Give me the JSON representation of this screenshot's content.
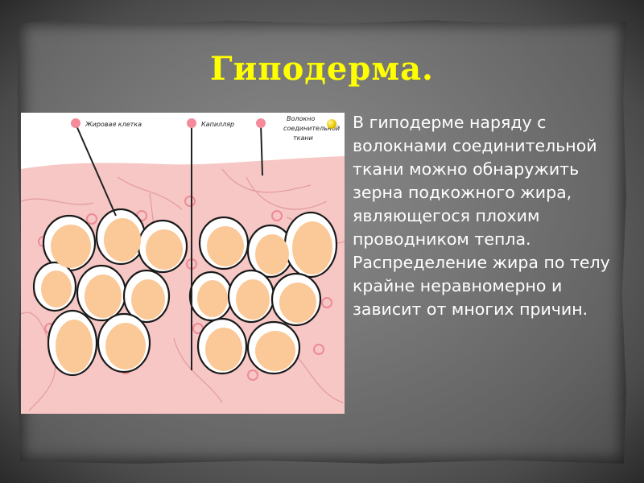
{
  "slide": {
    "title": "Гиподерма.",
    "body": "В гиподерме наряду с волокнами соединительной ткани можно обнаружить зерна подкожного жира, являющегося плохим проводником тепла. Распределение жира по телу крайне неравномерно и зависит от многих причин."
  },
  "figure": {
    "label_fat_cell": "Жировая клетка",
    "label_capillary": "Капилляр",
    "label_fibers_line1": "Волокно",
    "label_fibers_line2": "соединительной",
    "label_fibers_line3": "ткани"
  },
  "colors": {
    "title": "#ffff00",
    "text": "#ffffff",
    "bullet": "#e9c800",
    "tissue": "#f6c7c5",
    "fat": "#fbc998"
  }
}
